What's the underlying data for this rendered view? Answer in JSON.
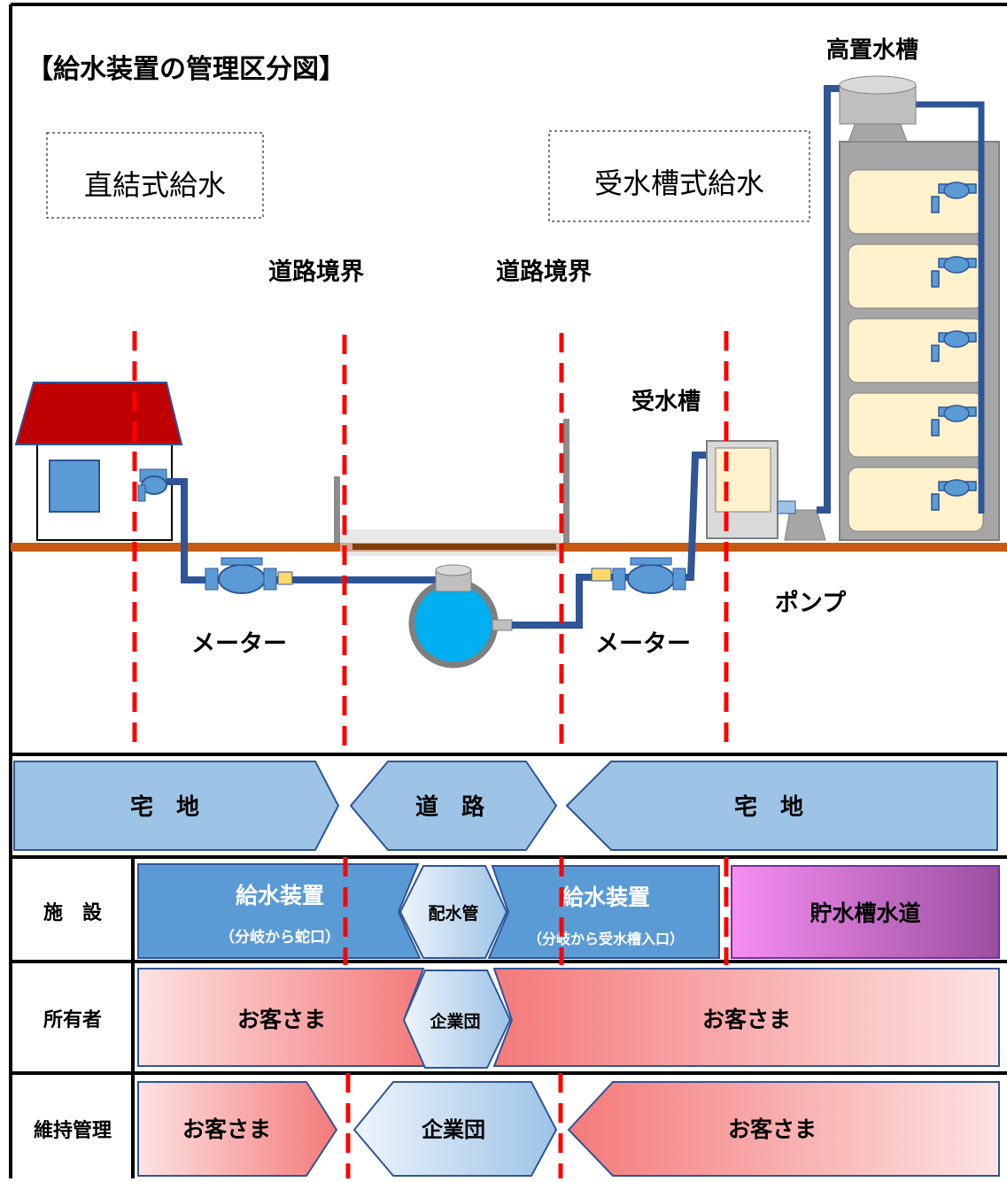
{
  "title": "【給水装置の管理区分図】",
  "boxes": {
    "direct": "直結式給水",
    "tank": "受水槽式給水"
  },
  "labels": {
    "road_boundary_left": "道路境界",
    "road_boundary_right": "道路境界",
    "elevated_tank": "高置水槽",
    "receiving_tank": "受水槽",
    "pump": "ポンプ",
    "meter_left": "メーター",
    "meter_right": "メーター"
  },
  "zones": {
    "left": "宅　地",
    "middle": "道　路",
    "right": "宅　地"
  },
  "rows": {
    "facility": {
      "header": "施　設",
      "left_main": "給水装置",
      "left_sub": "（分岐から蛇口）",
      "center": "配水管",
      "right_main": "給水装置",
      "right_sub": "（分岐から受水槽入口）",
      "far_right": "貯水槽水道"
    },
    "owner": {
      "header": "所有者",
      "left": "お客さま",
      "center": "企業団",
      "right": "お客さま"
    },
    "maintenance": {
      "header": "維持管理",
      "left": "お客さま",
      "center": "企業団",
      "right": "お客さま"
    }
  },
  "colors": {
    "boundary_dash": "#ff0000",
    "pipe": "#2f5597",
    "ground": "#c55a11",
    "zone_fill": "#9dc3e6",
    "facility_fill": "#5b9bd5",
    "roof": "#c00000",
    "main_pipe": "#00b0f0"
  }
}
